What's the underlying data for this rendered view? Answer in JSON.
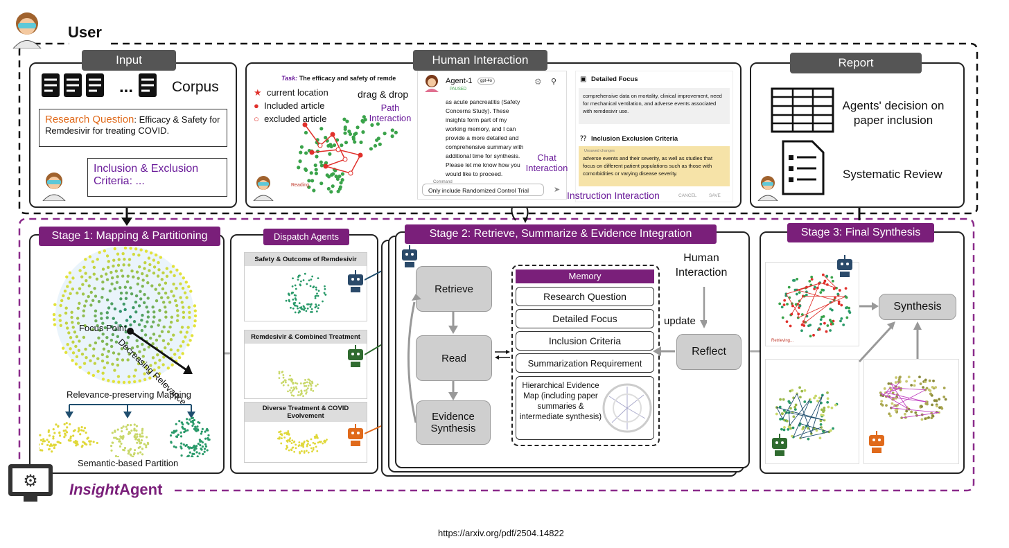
{
  "header": {
    "user_label": "User"
  },
  "input": {
    "tab": "Input",
    "corpus": "Corpus",
    "ellipsis": "...",
    "rq_label": "Research Question",
    "rq_text": ": Efficacy & Safety for Remdesivir for treating COVID.",
    "criteria_label": "Inclusion & Exclusion Criteria",
    "criteria_suffix": ": ..."
  },
  "human_interaction": {
    "tab": "Human Interaction",
    "task_label": "Task:",
    "task_text": "The efficacy and safety of remde",
    "legend_current": "current location",
    "legend_included": "Included article",
    "legend_excluded": "excluded article",
    "drag_drop": "drag & drop",
    "path_interaction": "Path Interaction",
    "reading": "Reading",
    "agent_name": "Agent-1",
    "agent_model": "gpt-4o",
    "agent_status": "PAUSED",
    "agent_message": "as acute pancreatitis (Safety Concerns Study). These insights form part of my working memory, and I can provide a more detailed and comprehensive summary with additional time for synthesis. Please let me know how you would like to proceed.",
    "command_label": "Command",
    "command_value": "Only include Randomized Control Trial",
    "chat_interaction": "Chat Interaction",
    "detailed_focus_title": "Detailed Focus",
    "detailed_focus_text": "comprehensive data on mortality, clinical improvement, need for mechanical ventilation, and adverse events associated with remdesivir use.",
    "criteria_title": "Inclusion Exclusion Criteria",
    "unsaved": "Unsaved changes",
    "criteria_text": "adverse events and their severity, as well as studies that focus on different patient populations such as those with comorbidities or varying disease severity.",
    "cancel": "CANCEL",
    "save": "SAVE",
    "instruction_interaction": "Instruction Interaction"
  },
  "report": {
    "tab": "Report",
    "decision": "Agents' decision on paper inclusion",
    "systematic_review": "Systematic Review"
  },
  "stage1": {
    "tab": "Stage 1: Mapping & Partitioning",
    "focus_point": "Focus Point",
    "decreasing": "Decreasing Relevance",
    "mapping": "Relevance-preserving Mapping",
    "partition": "Semantic-based Partition"
  },
  "dispatch": {
    "tab": "Dispatch Agents",
    "clusters": [
      {
        "title": "Safety & Outcome of Remdesivir"
      },
      {
        "title": "Remdesivir & Combined Treatment"
      },
      {
        "title": "Diverse Treatment & COVID Evolvement"
      }
    ]
  },
  "stage2": {
    "tab": "Stage 2: Retrieve, Summarize & Evidence Integration",
    "retrieve": "Retrieve",
    "read": "Read",
    "evidence": "Evidence Synthesis",
    "memory": "Memory",
    "memory_items": [
      "Research Question",
      "Detailed Focus",
      "Inclusion Criteria",
      "Summarization Requirement"
    ],
    "hier_map": "Hierarchical Evidence Map (including paper summaries & intermediate synthesis)",
    "human_interaction": "Human Interaction",
    "update": "update",
    "reflect": "Reflect"
  },
  "stage3": {
    "tab": "Stage 3: Final Synthesis",
    "synthesis": "Synthesis",
    "retrieving": "Retrieving..."
  },
  "footer": {
    "brand_italic": "Insight",
    "brand_rest": "Agent",
    "url": "https://arxiv.org/pdf/2504.14822"
  },
  "colors": {
    "purple": "#7a1f7a",
    "green_dot": "#3aa34a",
    "yellow_dot": "#d6d628",
    "red": "#e0302b",
    "robot_blue": "#2a4a6a",
    "robot_green": "#2f6b2f",
    "robot_orange": "#e06a1b"
  }
}
